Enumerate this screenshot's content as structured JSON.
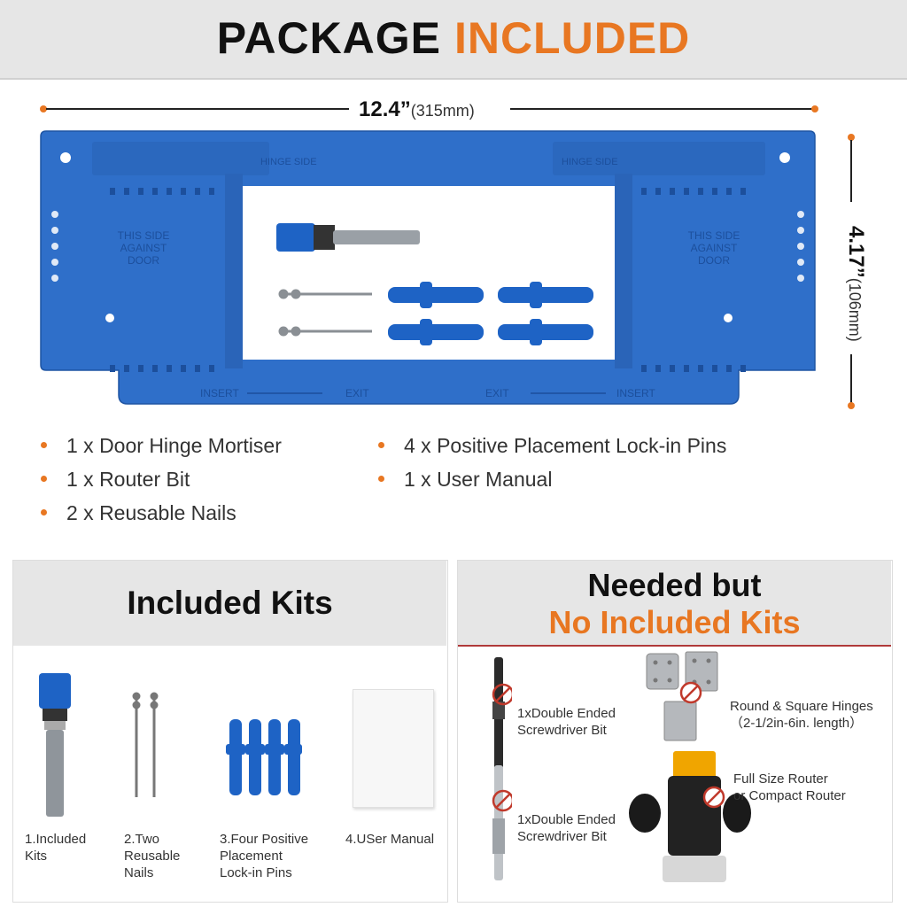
{
  "banner": {
    "title_part1": "PACKAGE",
    "title_part2": "INCLUDED"
  },
  "dimensions": {
    "width_main": "12.4”",
    "width_sub": "(315mm)",
    "height_main": "4.17”",
    "height_sub": "(106mm)"
  },
  "jig_text": {
    "this_side_left": "THIS SIDE\nAGAINST\nDOOR",
    "this_side": "THIS SIDE",
    "against": "AGAINST",
    "door": "DOOR",
    "hinge_side": "HINGE SIDE",
    "insert": "INSERT",
    "exit": "EXIT"
  },
  "package_items": [
    "1 x Door Hinge Mortiser",
    "1 x Router Bit",
    "2 x Reusable Nails",
    "4 x Positive Placement Lock-in Pins",
    "1 x User Manual"
  ],
  "included_panel": {
    "title": "Included Kits",
    "captions": {
      "c1_l1": "1.Included",
      "c1_l2": "Kits",
      "c2_l1": "2.Two",
      "c2_l2": "Reusable",
      "c2_l3": "Nails",
      "c3_l1": "3.Four Positive",
      "c3_l2": "Placement",
      "c3_l3": "Lock-in Pins",
      "c4_l1": "4.USer Manual"
    }
  },
  "needed_panel": {
    "title_line1": "Needed but",
    "title_line2": "No Included Kits",
    "items": {
      "bit1_l1": "1xDouble Ended",
      "bit1_l2": "Screwdriver Bit",
      "hinge_l1": "Round & Square Hinges",
      "hinge_l2": "（2-1/2in-6in. length）",
      "router_l1": "Full Size Router",
      "router_l2": "or Compact Router",
      "bit2_l1": "1xDouble Ended",
      "bit2_l2": "Screwdriver Bit"
    }
  },
  "colors": {
    "accent": "#e87722",
    "jig_blue": "#2f6fc9",
    "prohibit_red": "#c0392b"
  }
}
